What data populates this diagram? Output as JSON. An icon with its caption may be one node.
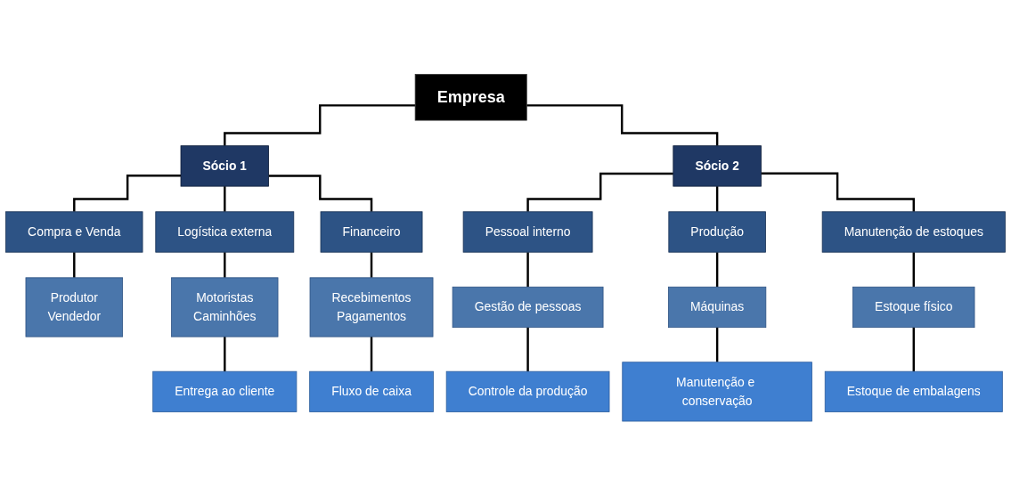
{
  "diagram": {
    "nodes": [
      {
        "text": [
          "Empresa"
        ]
      },
      {
        "text": [
          "Sócio 1"
        ]
      },
      {
        "text": [
          "Sócio 2"
        ]
      },
      {
        "text": [
          "Compra e Venda"
        ]
      },
      {
        "text": [
          "Logística externa"
        ]
      },
      {
        "text": [
          "Financeiro"
        ]
      },
      {
        "text": [
          "Pessoal interno"
        ]
      },
      {
        "text": [
          "Produção"
        ]
      },
      {
        "text": [
          "Manutenção de estoques"
        ]
      },
      {
        "text": [
          "Produtor",
          "Vendedor"
        ]
      },
      {
        "text": [
          "Motoristas",
          "Caminhões"
        ]
      },
      {
        "text": [
          "Recebimentos",
          "Pagamentos"
        ]
      },
      {
        "text": [
          "Gestão de pessoas"
        ]
      },
      {
        "text": [
          "Máquinas"
        ]
      },
      {
        "text": [
          "Estoque físico"
        ]
      },
      {
        "text": [
          "Entrega ao cliente"
        ]
      },
      {
        "text": [
          "Fluxo de caixa"
        ]
      },
      {
        "text": [
          "Controle da produção"
        ]
      },
      {
        "text": [
          "Manutenção e conservação"
        ]
      },
      {
        "text": [
          "Estoque de embalagens"
        ]
      }
    ],
    "edges": [
      {
        "from": 0,
        "to": 1,
        "arrow": "none"
      },
      {
        "from": 0,
        "to": 2,
        "arrow": "none"
      },
      {
        "from": 1,
        "to": 3,
        "arrow": "none"
      },
      {
        "from": 1,
        "to": 4,
        "arrow": "none"
      },
      {
        "from": 1,
        "to": 5,
        "arrow": "none"
      },
      {
        "from": 2,
        "to": 6,
        "arrow": "none"
      },
      {
        "from": 2,
        "to": 7,
        "arrow": "none"
      },
      {
        "from": 2,
        "to": 8,
        "arrow": "none"
      },
      {
        "from": 3,
        "to": 9,
        "arrow": "none"
      },
      {
        "from": 4,
        "to": 10,
        "arrow": "none"
      },
      {
        "from": 5,
        "to": 11,
        "arrow": "none"
      },
      {
        "from": 6,
        "to": 12,
        "arrow": "none"
      },
      {
        "from": 7,
        "to": 13,
        "arrow": "none"
      },
      {
        "from": 8,
        "to": 14,
        "arrow": "none"
      },
      {
        "from": 10,
        "to": 15,
        "arrow": "none"
      },
      {
        "from": 11,
        "to": 16,
        "arrow": "none"
      },
      {
        "from": 12,
        "to": 17,
        "arrow": "none"
      },
      {
        "from": 13,
        "to": 18,
        "arrow": "none"
      },
      {
        "from": 14,
        "to": 19,
        "arrow": "none"
      }
    ]
  }
}
